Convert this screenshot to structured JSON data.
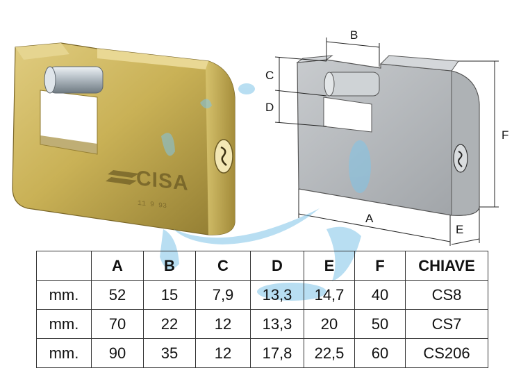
{
  "logo": {
    "text": "CISA",
    "engraving": "11 9 93"
  },
  "diagram_labels": {
    "a": "A",
    "b": "B",
    "c": "C",
    "d": "D",
    "e": "E",
    "f": "F"
  },
  "table": {
    "headers": [
      "",
      "A",
      "B",
      "C",
      "D",
      "E",
      "F",
      "CHIAVE"
    ],
    "rows": [
      [
        "mm.",
        "52",
        "15",
        "7,9",
        "13,3",
        "14,7",
        "40",
        "CS8"
      ],
      [
        "mm.",
        "70",
        "22",
        "12",
        "13,3",
        "20",
        "50",
        "CS7"
      ],
      [
        "mm.",
        "90",
        "35",
        "12",
        "17,8",
        "22,5",
        "60",
        "CS206"
      ]
    ]
  },
  "colors": {
    "brass": "#c9b156",
    "steel": "#b5b8bb",
    "watermark": "#7fc4e8"
  }
}
